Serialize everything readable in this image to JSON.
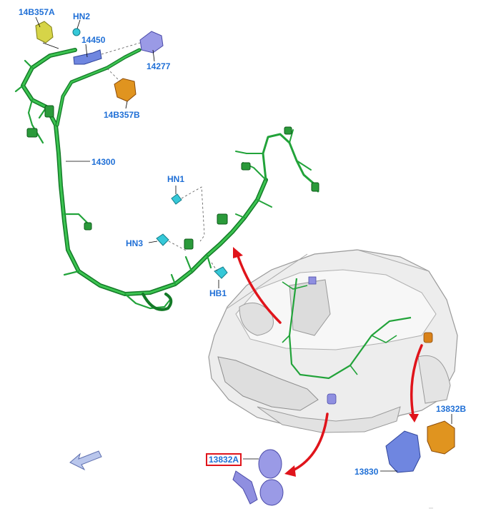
{
  "colors": {
    "label_text": "#1f6fd6",
    "harness": "#22a33a",
    "harness_dark": "#137a27",
    "callout_arrow": "#e0141b",
    "highlight_box": "#e0141b",
    "car_body": "#e9e9e9",
    "car_outline": "#9a9a9a",
    "part_blue": "#5a78d8",
    "part_lavender": "#8f8fe0",
    "part_orange": "#d9821a",
    "part_yellow": "#c9c83a",
    "part_cyan": "#35c8d8"
  },
  "labels": {
    "p14B357A": "14B357A",
    "hn2": "HN2",
    "p14450": "14450",
    "p14277": "14277",
    "p14B357B": "14B357B",
    "p14300": "14300",
    "hn1": "HN1",
    "hn3": "HN3",
    "hb1": "HB1",
    "p13832A": "13832A",
    "p13832B": "13832B",
    "p13830": "13830"
  },
  "icons": {
    "direction_arrow": "front-direction-arrow-icon"
  }
}
